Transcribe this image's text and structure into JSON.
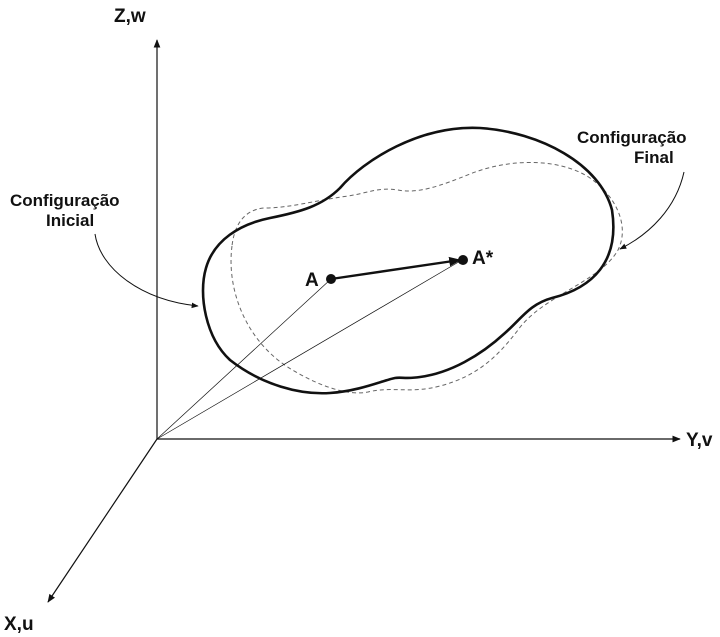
{
  "axes": {
    "z": "Z,w",
    "y": "Y,v",
    "x": "X,u"
  },
  "annotations": {
    "initial_line1": "Configuração",
    "initial_line2": "Inicial",
    "final_line1": "Configuração",
    "final_line2": "Final"
  },
  "points": {
    "a": "A",
    "a_star": "A*"
  },
  "colors": {
    "ink": "#111111",
    "dashed": "#666666"
  }
}
